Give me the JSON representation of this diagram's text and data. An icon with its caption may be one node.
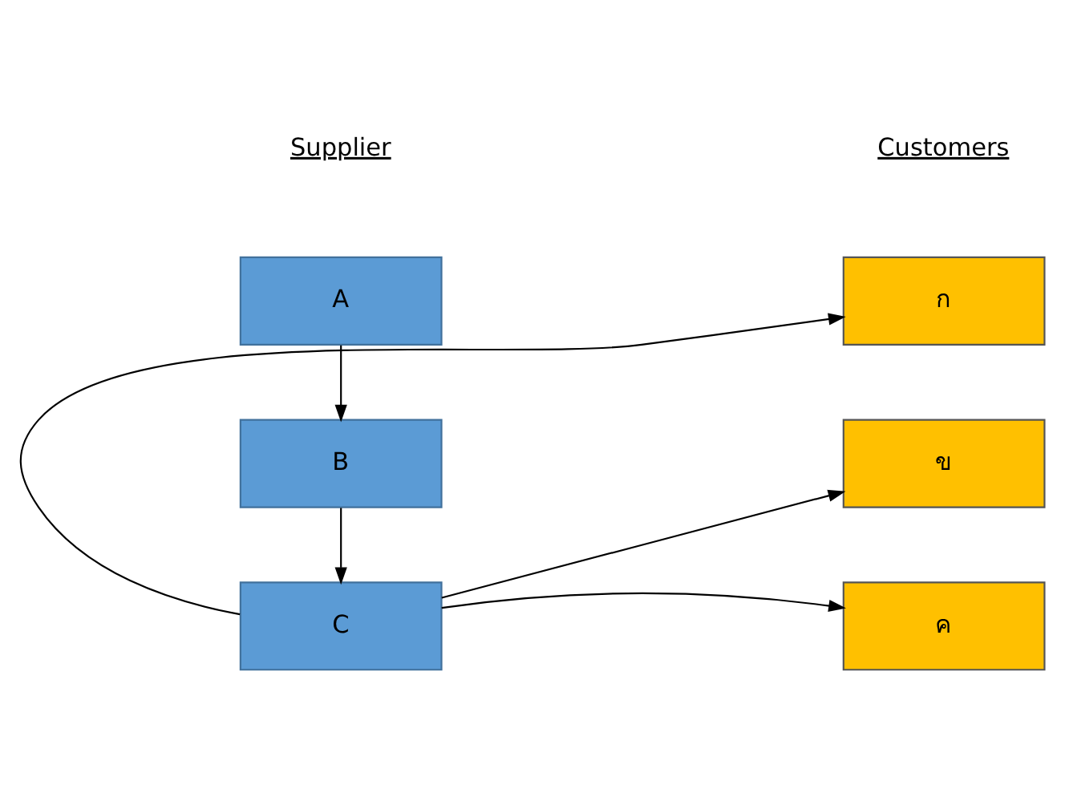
{
  "diagram": {
    "nodes": [
      {
        "text": [
          "A"
        ]
      },
      {
        "text": [
          "B"
        ]
      },
      {
        "text": [
          "C"
        ]
      },
      {
        "text": [
          "ก"
        ]
      },
      {
        "text": [
          "ข"
        ]
      },
      {
        "text": [
          "ค"
        ]
      }
    ],
    "edges": [
      {
        "from": 0,
        "to": 1,
        "arrow": "to"
      },
      {
        "from": 1,
        "to": 2,
        "arrow": "to"
      },
      {
        "from": 2,
        "to": 3,
        "arrow": "to"
      },
      {
        "from": 2,
        "to": 4,
        "arrow": "to"
      },
      {
        "from": 2,
        "to": 5,
        "arrow": "to"
      }
    ],
    "labels": [
      "Supplier",
      "Customers"
    ]
  }
}
